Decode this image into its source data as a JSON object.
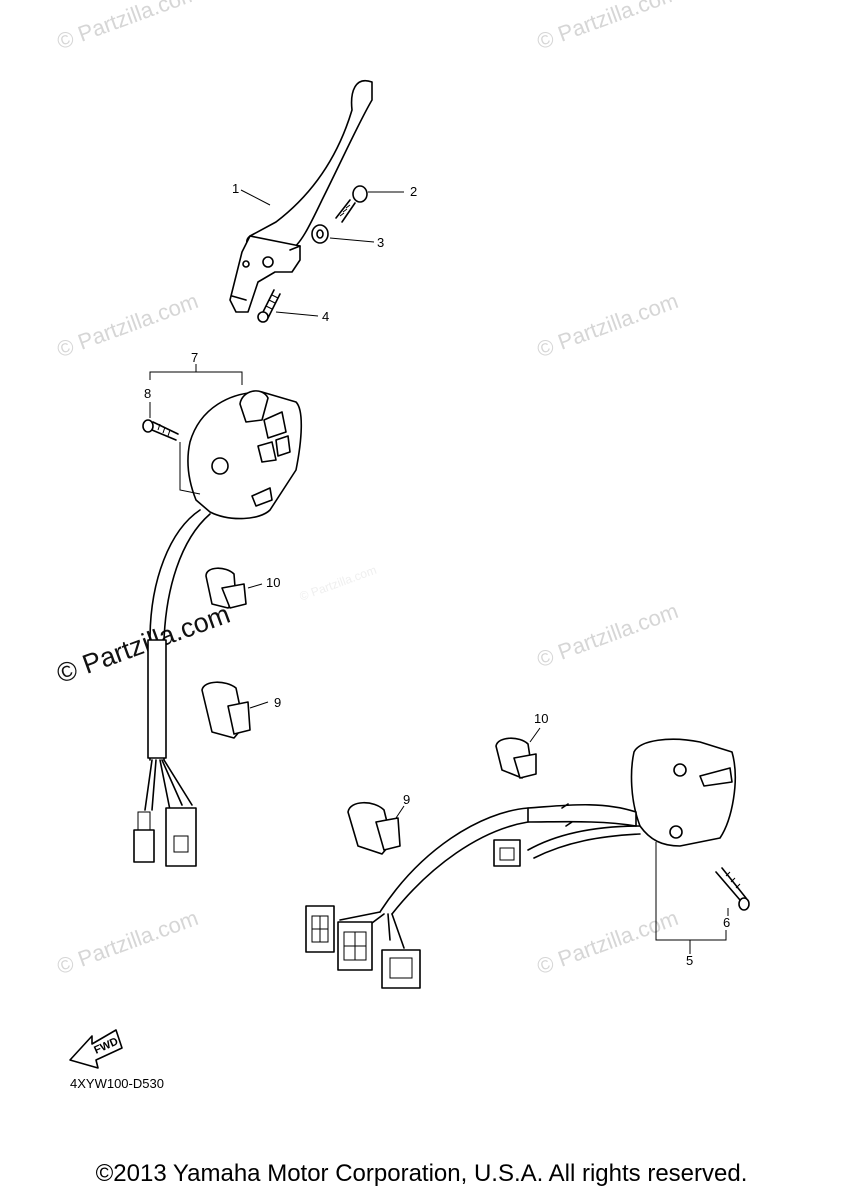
{
  "watermarks": {
    "small": [
      "© Partzilla.com",
      "© Partzilla.com",
      "© Partzilla.com",
      "© Partzilla.com",
      "© Partzilla.com",
      "© Partzilla.com",
      "© Partzilla.com",
      "© Partzilla.com"
    ],
    "large": "© Partzilla.com"
  },
  "callouts": [
    "1",
    "2",
    "3",
    "4",
    "7",
    "8",
    "10",
    "9",
    "10",
    "9",
    "6",
    "5"
  ],
  "fwd_label": "FWD",
  "diagram_code": "4XYW100-D530",
  "copyright": "©2013 Yamaha Motor Corporation, U.S.A. All rights reserved."
}
